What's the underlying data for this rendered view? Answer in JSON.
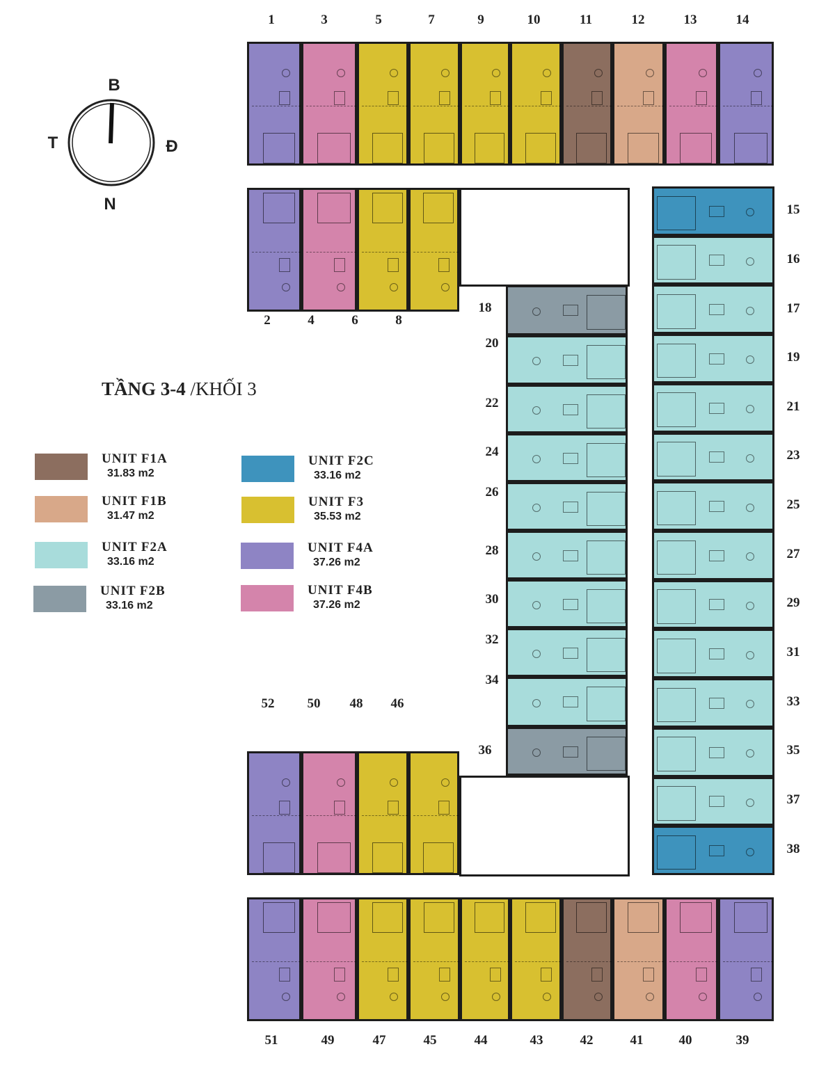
{
  "title": {
    "floor": "TẦNG 3-4",
    "block": "/KHỐI 3"
  },
  "compass": {
    "north": "B",
    "south": "N",
    "west": "T",
    "east": "Đ"
  },
  "unit_types": {
    "F1A": {
      "label": "UNIT  F1A",
      "area": "31.83 m2",
      "color": "#8c6e5f"
    },
    "F1B": {
      "label": "UNIT  F1B",
      "area": "31.47 m2",
      "color": "#d8a889"
    },
    "F2A": {
      "label": "UNIT  F2A",
      "area": "33.16 m2",
      "color": "#a8dcdb"
    },
    "F2B": {
      "label": "UNIT  F2B",
      "area": "33.16 m2",
      "color": "#8b9ba4"
    },
    "F2C": {
      "label": "UNIT  F2C",
      "area": "33.16 m2",
      "color": "#3e93bd"
    },
    "F3": {
      "label": "UNIT  F3",
      "area": "35.53 m2",
      "color": "#d8c030"
    },
    "F4A": {
      "label": "UNIT  F4A",
      "area": "37.26 m2",
      "color": "#8e84c4"
    },
    "F4B": {
      "label": "UNIT  F4B",
      "area": "37.26 m2",
      "color": "#d484ab"
    }
  },
  "legend": [
    "F1A",
    "F1B",
    "F2A",
    "F2B",
    "F2C",
    "F3",
    "F4A",
    "F4B"
  ],
  "units": {
    "top_row": [
      {
        "no": "1",
        "type": "F4A"
      },
      {
        "no": "3",
        "type": "F4B"
      },
      {
        "no": "5",
        "type": "F3"
      },
      {
        "no": "7",
        "type": "F3"
      },
      {
        "no": "9",
        "type": "F3"
      },
      {
        "no": "10",
        "type": "F3"
      },
      {
        "no": "11",
        "type": "F1A"
      },
      {
        "no": "12",
        "type": "F1B"
      },
      {
        "no": "13",
        "type": "F4B"
      },
      {
        "no": "14",
        "type": "F4A"
      }
    ],
    "upper_left_block": [
      {
        "no": "2",
        "type": "F4A"
      },
      {
        "no": "4",
        "type": "F4B"
      },
      {
        "no": "6",
        "type": "F3"
      },
      {
        "no": "8",
        "type": "F3"
      }
    ],
    "middle_left_column": [
      {
        "no": "18",
        "type": "F2B"
      },
      {
        "no": "20",
        "type": "F2A"
      },
      {
        "no": "22",
        "type": "F2A"
      },
      {
        "no": "24",
        "type": "F2A"
      },
      {
        "no": "26",
        "type": "F2A"
      },
      {
        "no": "28",
        "type": "F2A"
      },
      {
        "no": "30",
        "type": "F2A"
      },
      {
        "no": "32",
        "type": "F2A"
      },
      {
        "no": "34",
        "type": "F2A"
      },
      {
        "no": "36",
        "type": "F2B"
      }
    ],
    "right_column": [
      {
        "no": "15",
        "type": "F2C"
      },
      {
        "no": "16",
        "type": "F2A"
      },
      {
        "no": "17",
        "type": "F2A"
      },
      {
        "no": "19",
        "type": "F2A"
      },
      {
        "no": "21",
        "type": "F2A"
      },
      {
        "no": "23",
        "type": "F2A"
      },
      {
        "no": "25",
        "type": "F2A"
      },
      {
        "no": "27",
        "type": "F2A"
      },
      {
        "no": "29",
        "type": "F2A"
      },
      {
        "no": "31",
        "type": "F2A"
      },
      {
        "no": "33",
        "type": "F2A"
      },
      {
        "no": "35",
        "type": "F2A"
      },
      {
        "no": "37",
        "type": "F2A"
      },
      {
        "no": "38",
        "type": "F2C"
      }
    ],
    "lower_left_block": [
      {
        "no": "52",
        "type": "F4A"
      },
      {
        "no": "50",
        "type": "F4B"
      },
      {
        "no": "48",
        "type": "F3"
      },
      {
        "no": "46",
        "type": "F3"
      }
    ],
    "bottom_row": [
      {
        "no": "51",
        "type": "F4A"
      },
      {
        "no": "49",
        "type": "F4B"
      },
      {
        "no": "47",
        "type": "F3"
      },
      {
        "no": "45",
        "type": "F3"
      },
      {
        "no": "44",
        "type": "F3"
      },
      {
        "no": "43",
        "type": "F3"
      },
      {
        "no": "42",
        "type": "F1A"
      },
      {
        "no": "41",
        "type": "F1B"
      },
      {
        "no": "40",
        "type": "F4B"
      },
      {
        "no": "39",
        "type": "F4A"
      }
    ]
  }
}
